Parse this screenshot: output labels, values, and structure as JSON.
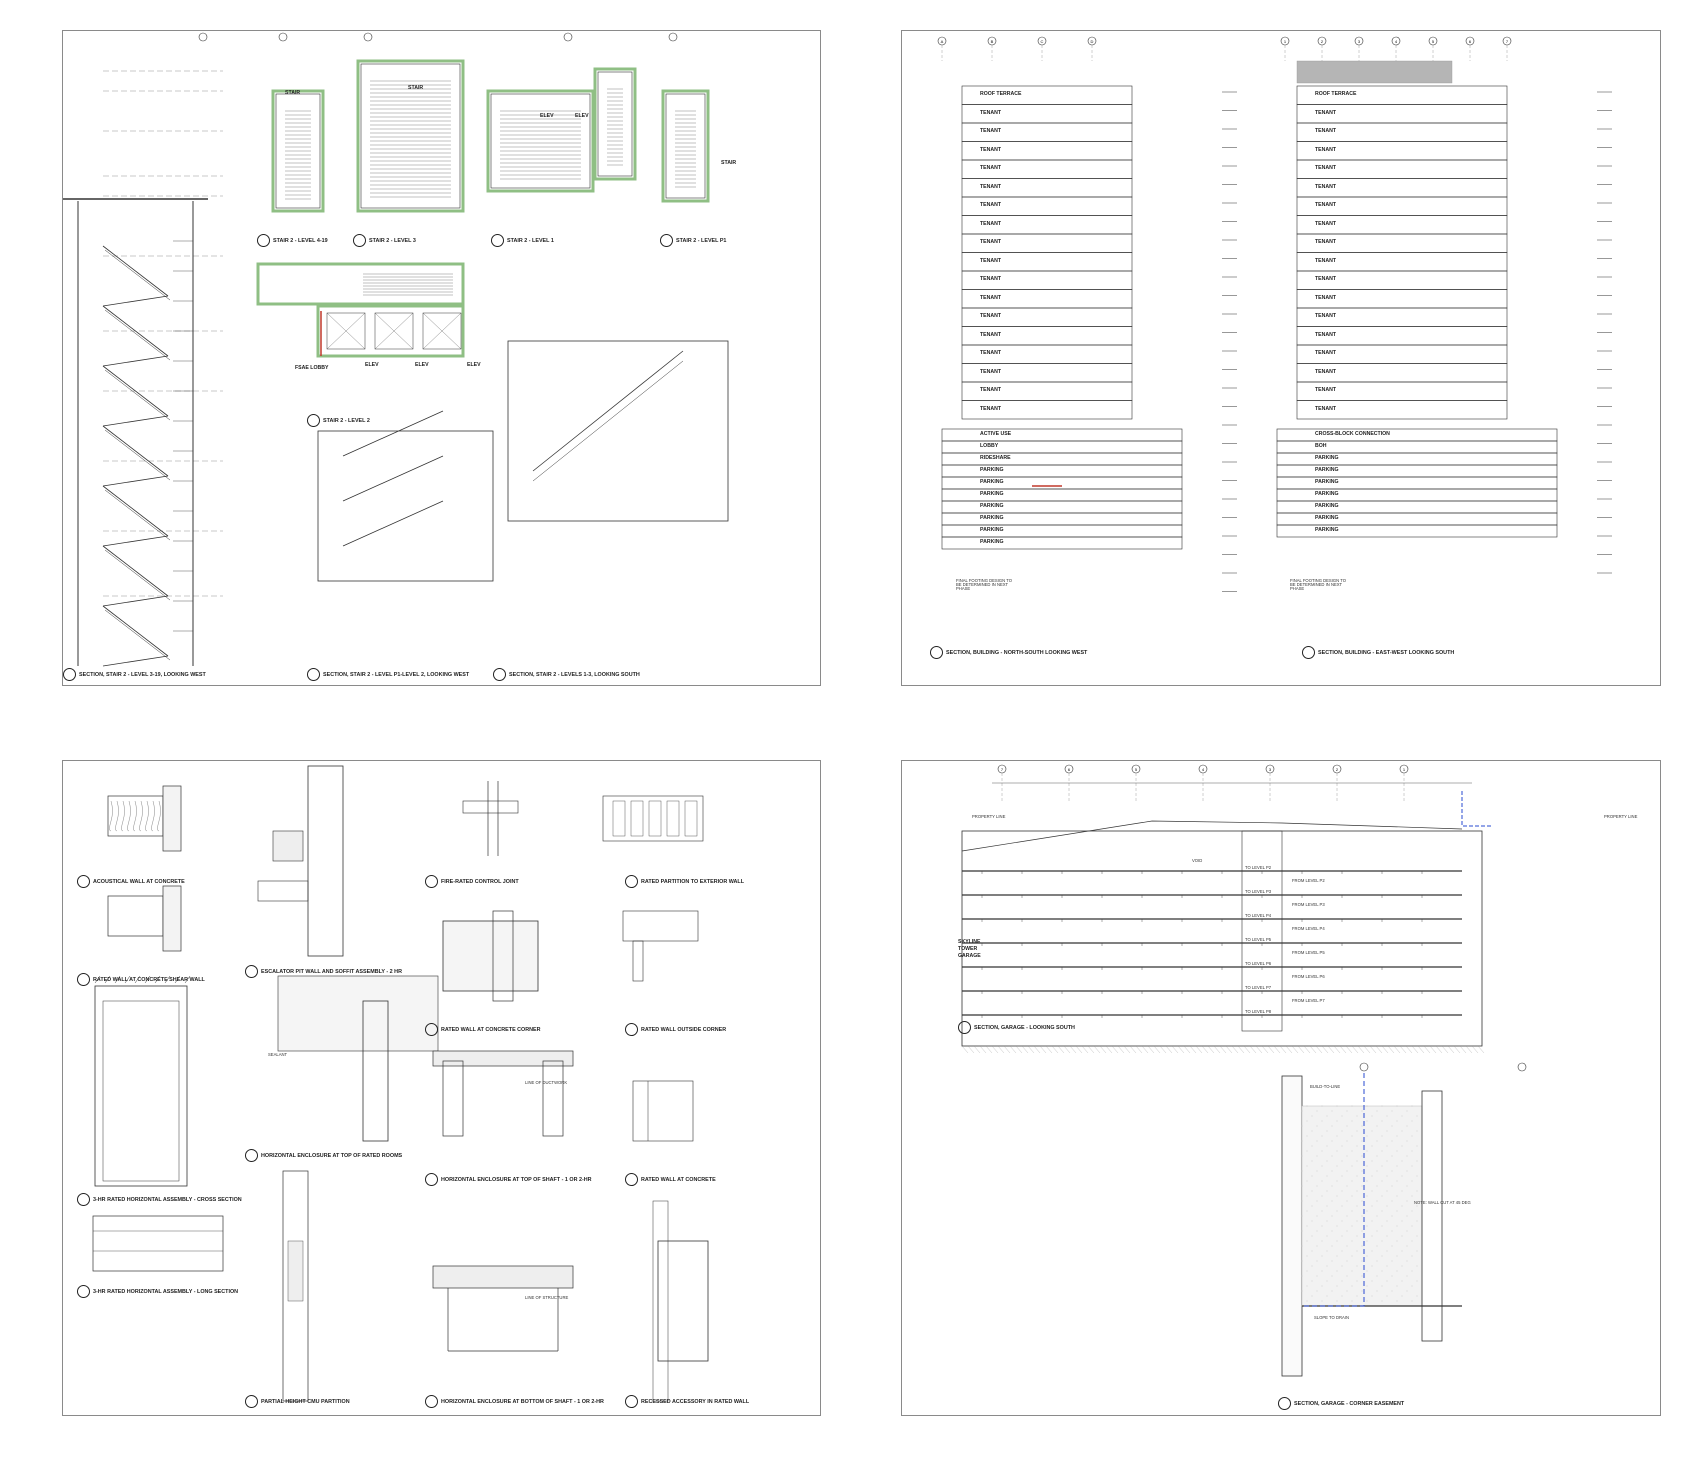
{
  "sheet1": {
    "captions": [
      "STAIR 2 - LEVEL 4-19",
      "STAIR 2 - LEVEL 3",
      "STAIR 2 - LEVEL 1",
      "STAIR 2 - LEVEL P1",
      "STAIR 2 - LEVEL 2",
      "SECTION, STAIR 2 - LEVEL 3-19, LOOKING WEST",
      "SECTION, STAIR 2 - LEVEL P1-LEVEL 2, LOOKING WEST",
      "SECTION, STAIR 2 - LEVELS 1-3, LOOKING SOUTH"
    ],
    "room_labels": [
      "STAIR",
      "ELEV",
      "ELEV",
      "STAIR",
      "STAIR",
      "FSAE LOBBY",
      "ELEV",
      "ELEV",
      "ELEV"
    ]
  },
  "sheet2": {
    "captions": [
      "SECTION, BUILDING - NORTH-SOUTH LOOKING WEST",
      "SECTION, BUILDING - EAST-WEST LOOKING SOUTH"
    ],
    "left_section": {
      "grid": [
        "A",
        "B",
        "C",
        "D"
      ],
      "floors": [
        "ROOF TERRACE",
        "TENANT",
        "TENANT",
        "TENANT",
        "TENANT",
        "TENANT",
        "TENANT",
        "TENANT",
        "TENANT",
        "TENANT",
        "TENANT",
        "TENANT",
        "TENANT",
        "TENANT",
        "TENANT",
        "TENANT",
        "TENANT",
        "TENANT"
      ],
      "podium": [
        "ACTIVE USE",
        "LOBBY",
        "RIDESHARE",
        "PARKING",
        "PARKING",
        "PARKING",
        "PARKING",
        "PARKING",
        "PARKING",
        "PARKING"
      ],
      "note": "FINAL FOOTING DESIGN TO BE DETERMINED IN NEXT PHASE"
    },
    "right_section": {
      "grid": [
        "1",
        "2",
        "3",
        "4",
        "5",
        "6",
        "7"
      ],
      "floors": [
        "ROOF TERRACE",
        "TENANT",
        "TENANT",
        "TENANT",
        "TENANT",
        "TENANT",
        "TENANT",
        "TENANT",
        "TENANT",
        "TENANT",
        "TENANT",
        "TENANT",
        "TENANT",
        "TENANT",
        "TENANT",
        "TENANT",
        "TENANT",
        "TENANT"
      ],
      "podium": [
        "CROSS-BLOCK CONNECTION",
        "BOH",
        "PARKING",
        "PARKING",
        "PARKING",
        "PARKING",
        "PARKING",
        "PARKING",
        "PARKING"
      ],
      "note": "FINAL FOOTING DESIGN TO BE DETERMINED IN NEXT PHASE"
    }
  },
  "sheet3": {
    "captions": [
      "ACOUSTICAL WALL AT CONCRETE",
      "RATED WALL AT CONCRETE SHEAR WALL",
      "3-HR RATED HORIZONTAL ASSEMBLY - CROSS SECTION",
      "3-HR RATED HORIZONTAL ASSEMBLY - LONG SECTION",
      "ESCALATOR PIT WALL AND SOFFIT ASSEMBLY - 2 HR",
      "HORIZONTAL ENCLOSURE AT TOP OF RATED ROOMS",
      "PARTIAL HEIGHT CMU PARTITION",
      "FIRE-RATED CONTROL JOINT",
      "RATED WALL AT CONCRETE CORNER",
      "HORIZONTAL ENCLOSURE AT TOP OF SHAFT - 1 OR 2-HR",
      "HORIZONTAL ENCLOSURE AT BOTTOM OF SHAFT - 1 OR 2-HR",
      "RATED PARTITION TO EXTERIOR WALL",
      "RATED WALL OUTSIDE CORNER",
      "RATED WALL AT CONCRETE",
      "RECESSED ACCESSORY IN RATED WALL"
    ],
    "labels": [
      "LINE OF DUCTWORK",
      "LINE OF STRUCTURE",
      "SEALANT"
    ]
  },
  "sheet4": {
    "captions": [
      "SECTION, GARAGE - LOOKING SOUTH",
      "SECTION, GARAGE - CORNER EASEMENT"
    ],
    "labels": {
      "garage_name": "SKYLINE TOWER GARAGE",
      "property_line_left": "PROPERTY LINE",
      "property_line_right": "PROPERTY LINE",
      "void": "VOID",
      "from_levels": [
        "FROM LEVEL P2",
        "FROM LEVEL P3",
        "FROM LEVEL P4",
        "FROM LEVEL P5",
        "FROM LEVEL P6",
        "FROM LEVEL P7"
      ],
      "to_levels": [
        "TO LEVEL P2",
        "TO LEVEL P3",
        "TO LEVEL P4",
        "TO LEVEL P5",
        "TO LEVEL P6",
        "TO LEVEL P7",
        "TO LEVEL P8"
      ],
      "detail_notes": [
        "BUILD-TO-LINE",
        "NOTE: WALL CUT AT 45 DEG",
        "SLOPE TO DRAIN"
      ]
    },
    "grid": [
      "7",
      "6",
      "5",
      "4",
      "3",
      "2",
      "1"
    ]
  },
  "colors": {
    "line": "#333333",
    "green_wall": "#8fbf84",
    "red_mark": "#c0392b",
    "blue_dash": "#2a4bd1",
    "roof_grey": "#b5b5b5"
  }
}
